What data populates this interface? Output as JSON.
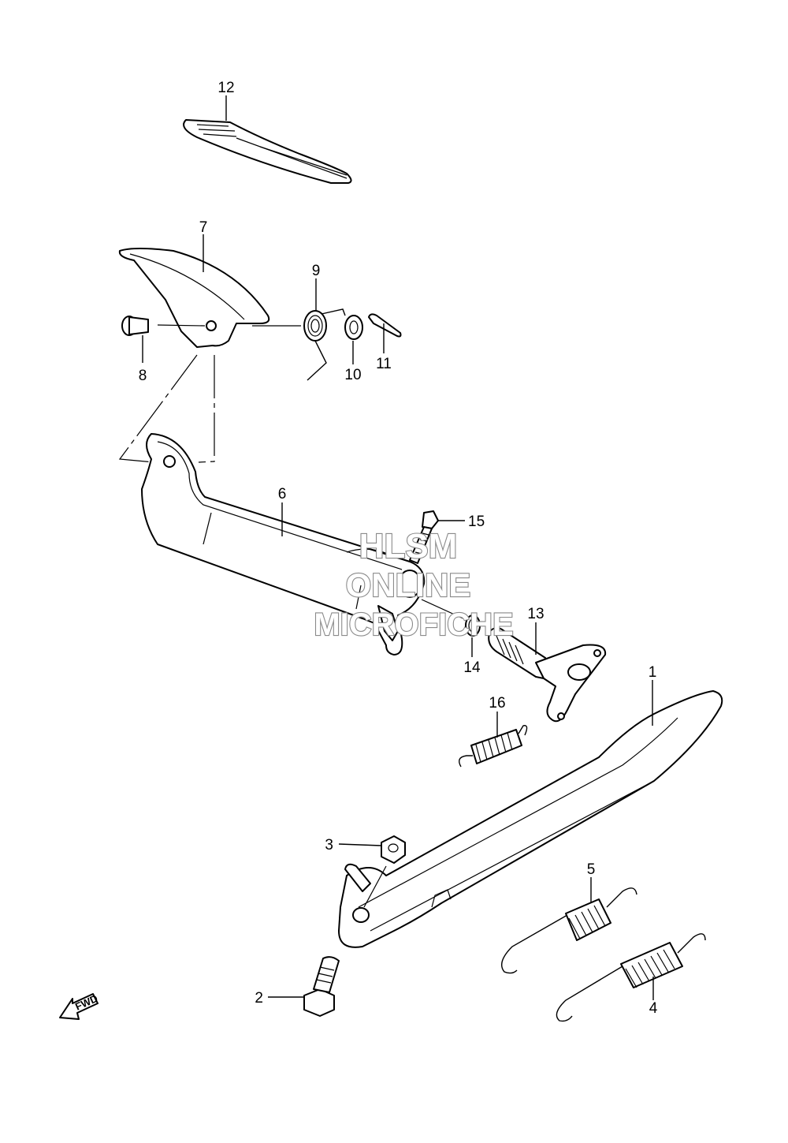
{
  "callouts": [
    {
      "id": "1",
      "label": "1"
    },
    {
      "id": "2",
      "label": "2"
    },
    {
      "id": "3",
      "label": "3"
    },
    {
      "id": "4",
      "label": "4"
    },
    {
      "id": "5",
      "label": "5"
    },
    {
      "id": "6",
      "label": "6"
    },
    {
      "id": "7",
      "label": "7"
    },
    {
      "id": "8",
      "label": "8"
    },
    {
      "id": "9",
      "label": "9"
    },
    {
      "id": "10",
      "label": "10"
    },
    {
      "id": "11",
      "label": "11"
    },
    {
      "id": "12",
      "label": "12"
    },
    {
      "id": "13",
      "label": "13"
    },
    {
      "id": "14",
      "label": "14"
    },
    {
      "id": "15",
      "label": "15"
    },
    {
      "id": "16",
      "label": "16"
    }
  ],
  "watermark": {
    "line1": "HLSM",
    "line2": "ONLINE",
    "line3": "MICROFICHE",
    "color": "#8a8a8a"
  },
  "fwd_badge": {
    "label": "FWD",
    "icon": "forward-arrow-icon"
  }
}
